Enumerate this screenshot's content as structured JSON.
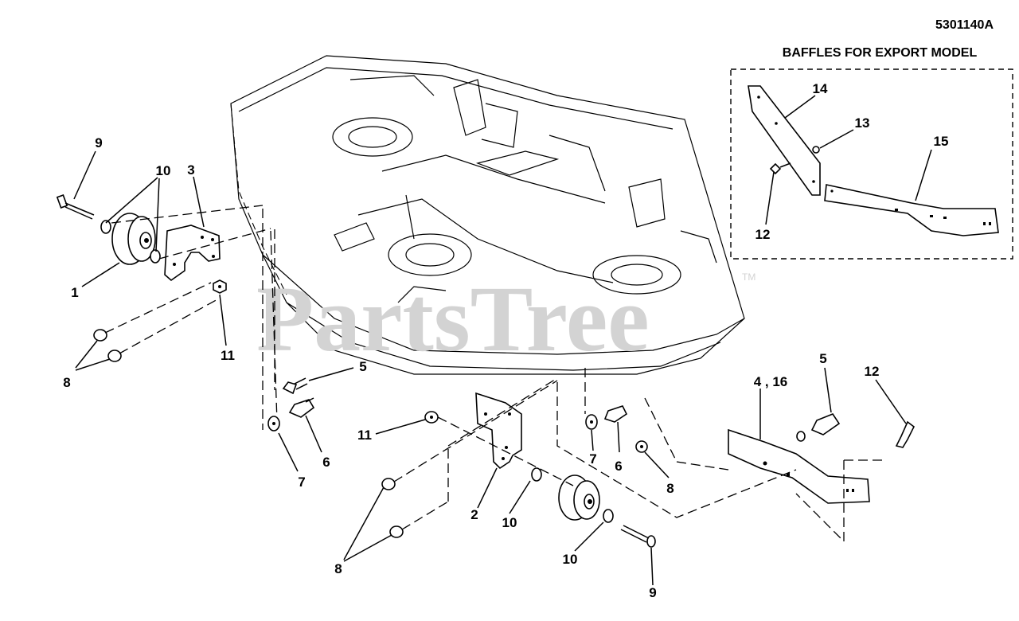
{
  "diagram_number": "5301140A",
  "watermark": "PartsTree",
  "watermark_tm": "TM",
  "inset": {
    "title": "BAFFLES FOR EXPORT MODEL",
    "labels": {
      "p14": "14",
      "p13": "13",
      "p15": "15",
      "p12": "12"
    }
  },
  "labels": {
    "left_9": "9",
    "left_10": "10",
    "left_3": "3",
    "left_1": "1",
    "left_11": "11",
    "left_8": "8",
    "mid_5": "5",
    "mid_6": "6",
    "mid_7": "7",
    "c_11": "11",
    "c_2": "2",
    "c_10a": "10",
    "c_10b": "10",
    "c_8": "8",
    "c_9": "9",
    "r_7": "7",
    "r_6": "6",
    "r_8": "8",
    "r_4_16": "4 , 16",
    "r_5": "5",
    "r_12": "12"
  }
}
